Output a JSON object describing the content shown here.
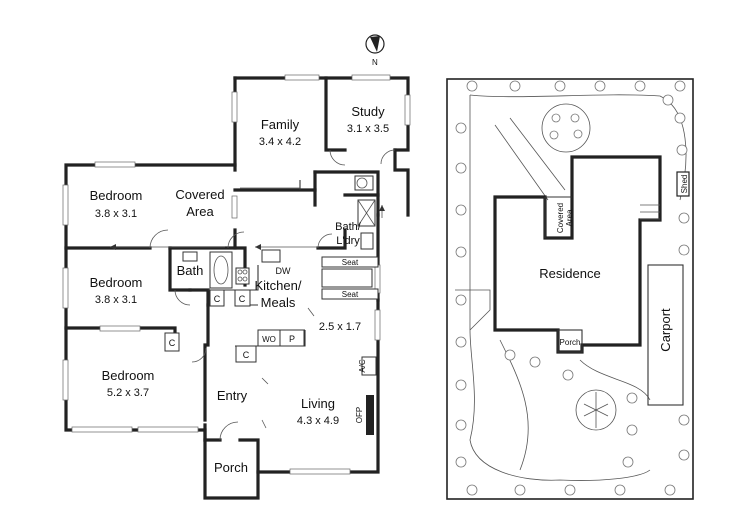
{
  "compass": {
    "north_label": "N"
  },
  "floorplan": {
    "rooms": {
      "family": {
        "name": "Family",
        "dims": "3.4 x 4.2"
      },
      "study": {
        "name": "Study",
        "dims": "3.1 x 3.5"
      },
      "bed1": {
        "name": "Bedroom",
        "dims": "3.8 x 3.1"
      },
      "covered": {
        "line1": "Covered",
        "line2": "Area"
      },
      "bed2": {
        "name": "Bedroom",
        "dims": "3.8 x 3.1"
      },
      "bath": {
        "name": "Bath"
      },
      "bathldry": {
        "line1": "Bath/",
        "line2": "L'dry"
      },
      "kitchen": {
        "line1": "Kitchen/",
        "line2": "Meals"
      },
      "meals_dims": "2.5 x 1.7",
      "bed3": {
        "name": "Bedroom",
        "dims": "5.2 x 3.7"
      },
      "entry": {
        "name": "Entry"
      },
      "living": {
        "name": "Living",
        "dims": "4.3 x 4.9"
      },
      "porch": {
        "name": "Porch"
      }
    },
    "fixtures": {
      "dw": "DW",
      "seat_upper": "Seat",
      "seat_lower": "Seat",
      "cupboard": "C",
      "wo": "WO",
      "pantry": "P",
      "ac": "A/C",
      "ofp": "OFP"
    }
  },
  "siteplan": {
    "residence": "Residence",
    "covered_line1": "Covered",
    "covered_line2": "Area",
    "porch": "Porch",
    "carport": "Carport",
    "shed": "Shed"
  }
}
